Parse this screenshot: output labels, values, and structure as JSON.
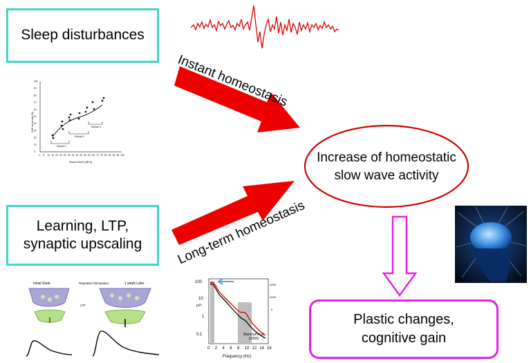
{
  "boxes": {
    "sleep": "Sleep disturbances",
    "learning": "Learning, LTP,\nsynaptic upscaling"
  },
  "arrows": {
    "instant": "Instant homeostasis",
    "longterm": "Long-term homeostasis"
  },
  "ellipse": "Increase of homeostatic\nslow wave activity",
  "outcome": "Plastic changes,\ncognitive gain",
  "colors": {
    "box_border": "#3ed6c6",
    "arrow": "#ee0000",
    "ellipse": "#cc0000",
    "magenta": "#e61ee6",
    "eeg": "#dd0000"
  },
  "thumb_scatter": {
    "x_ticks": [
      "0",
      "5",
      "10",
      "15",
      "20",
      "25",
      "30",
      "35",
      "40",
      "45",
      "50",
      "55",
      "60",
      "65",
      "70",
      "75",
      "80",
      "85",
      "90",
      "95",
      "100"
    ],
    "y_ticks": [
      "0",
      "10",
      "20",
      "30",
      "40",
      "50",
      "60",
      "70",
      "80",
      "90",
      "100"
    ],
    "xlabel": "Sound level (dB A)",
    "ylabel": "CAP event rate (%)",
    "subsets": [
      "Subset 1",
      "Subset 2",
      "Subset 3"
    ]
  },
  "thumb_synapse": {
    "labels": [
      "Initial State",
      "Repeated Stimulation",
      "1 week Later"
    ],
    "mid_label": "LTP"
  },
  "thumb_spectrum": {
    "y_ticks": [
      "100",
      "10",
      "1",
      "0.1"
    ],
    "x_ticks": [
      "0",
      "2",
      "4",
      "6",
      "8",
      "10",
      "12",
      "14",
      "16"
    ],
    "xlabel": "Frequency (Hz)",
    "ylabel": "μV²",
    "citation": "Marshall et al\n(2006)",
    "right_ticks": [
      "4000",
      "2000",
      "0"
    ]
  }
}
